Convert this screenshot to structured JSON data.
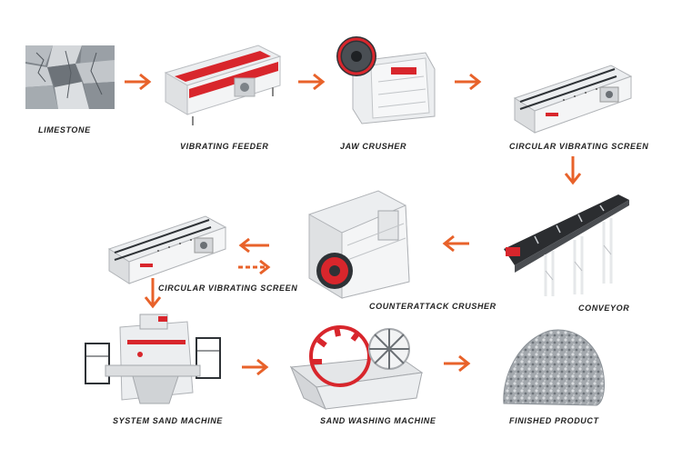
{
  "colors": {
    "arrow": "#e8622a",
    "machine_red": "#d8262c",
    "steel": "#e9eaec",
    "rock": "#9aa0a6"
  },
  "steps": [
    {
      "id": "limestone",
      "label": "LIMESTONE",
      "icon": "limestone-rock-image"
    },
    {
      "id": "vibrating_feeder",
      "label": "VIBRATING FEEDER",
      "icon": "vibrating-feeder-machine"
    },
    {
      "id": "jaw_crusher",
      "label": "JAW CRUSHER",
      "icon": "jaw-crusher-machine"
    },
    {
      "id": "circular_screen_1",
      "label": "CIRCULAR VIBRATING SCREEN",
      "icon": "vibrating-screen-machine"
    },
    {
      "id": "conveyor",
      "label": "CONVEYOR",
      "icon": "belt-conveyor-machine"
    },
    {
      "id": "counterattack_crusher",
      "label": "COUNTERATTACK CRUSHER",
      "icon": "impact-crusher-machine"
    },
    {
      "id": "circular_screen_2",
      "label": "CIRCULAR VIBRATING SCREEN",
      "icon": "vibrating-screen-machine"
    },
    {
      "id": "sand_machine",
      "label": "SYSTEM SAND MACHINE",
      "icon": "sand-making-machine"
    },
    {
      "id": "sand_washing",
      "label": "SAND WASHING MACHINE",
      "icon": "sand-washing-machine"
    },
    {
      "id": "finished_product",
      "label": "FINISHED PRODUCT",
      "icon": "gravel-pile-image"
    }
  ]
}
